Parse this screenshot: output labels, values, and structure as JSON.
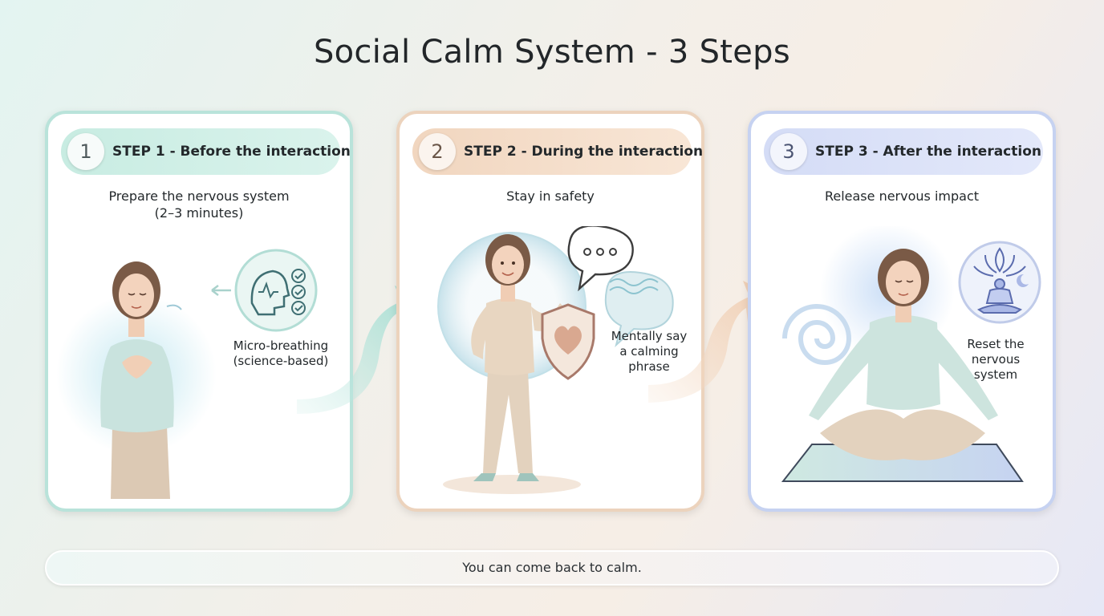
{
  "title": "Social Calm System - 3 Steps",
  "steps": [
    {
      "number": "1",
      "label": "STEP 1 - Before the interaction",
      "subtitle_lines": [
        "Prepare the nervous system",
        "(2–3 minutes)"
      ],
      "note_lines": [
        "Micro-breathing",
        "(science-based)"
      ],
      "icon": "brain-checklist-icon"
    },
    {
      "number": "2",
      "label": "STEP 2 - During the interaction",
      "subtitle_lines": [
        "Stay in safety"
      ],
      "note_lines": [
        "Mentally say",
        "a calming",
        "phrase"
      ],
      "icon": "speech-bubble-icon"
    },
    {
      "number": "3",
      "label": "STEP 3 - After the interaction",
      "subtitle_lines": [
        "Release nervous impact"
      ],
      "note_lines": [
        "Reset the",
        "nervous",
        "system"
      ],
      "icon": "meditation-lotus-icon"
    }
  ],
  "footer": "You can come back to calm.",
  "colors": {
    "step1": "#b9e3da",
    "step2": "#ecd3bd",
    "step3": "#c6d2f1"
  }
}
